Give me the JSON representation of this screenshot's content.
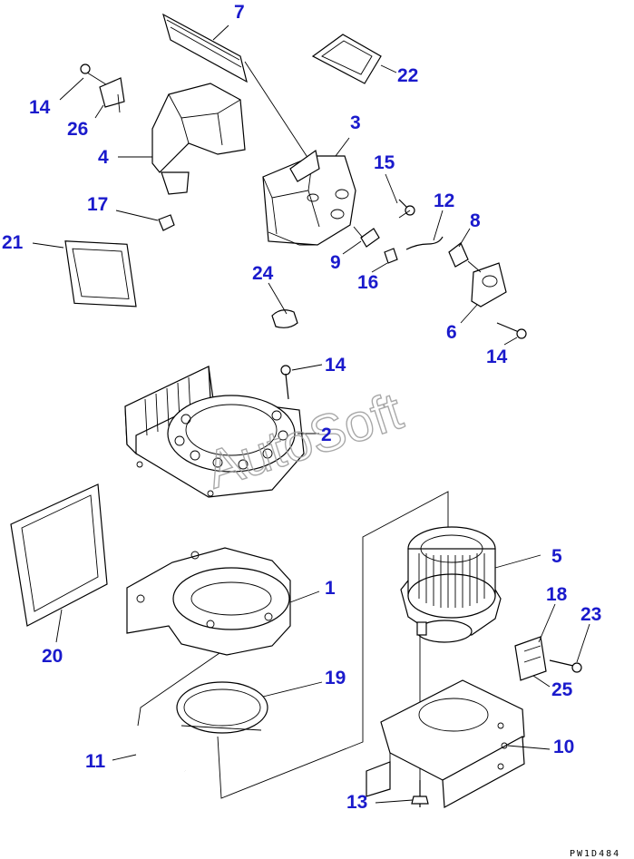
{
  "callouts": {
    "c1": "1",
    "c2": "2",
    "c3": "3",
    "c4": "4",
    "c5": "5",
    "c6": "6",
    "c7": "7",
    "c8": "8",
    "c9": "9",
    "c10": "10",
    "c11": "11",
    "c12": "12",
    "c13": "13",
    "c14a": "14",
    "c14b": "14",
    "c14c": "14",
    "c15": "15",
    "c16": "16",
    "c17": "17",
    "c18": "18",
    "c19": "19",
    "c20": "20",
    "c21": "21",
    "c22": "22",
    "c23": "23",
    "c24": "24",
    "c25": "25",
    "c26": "26"
  },
  "watermark": "AutoSoft",
  "drawing_code": "PW1D484",
  "colors": {
    "callout": "#1a1acc",
    "linework": "#000000",
    "watermark": "#9a9a9a"
  }
}
